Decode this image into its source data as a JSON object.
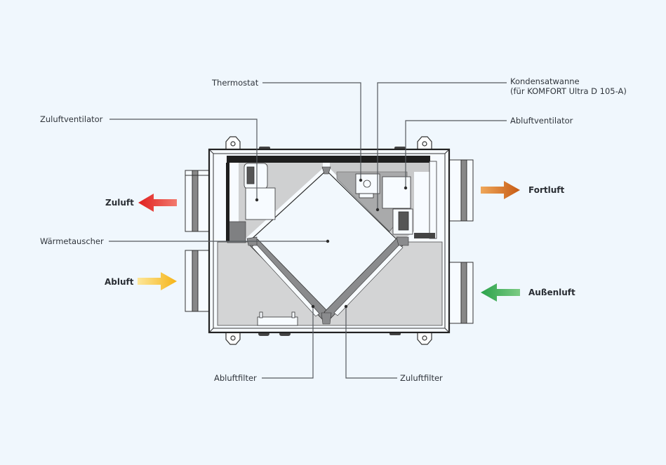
{
  "diagram": {
    "title": "",
    "labels": {
      "thermostat": "Thermostat",
      "kondensatwanne": "Kondensatwanne\n(für KOMFORT Ultra D 105-A)",
      "zuluftventilator": "Zuluftventilator",
      "abluftventilator": "Abluftventilator",
      "waermetauscher": "Wärmetauscher",
      "abluftfilter": "Abluftfilter",
      "zuluftfilter": "Zuluftfilter"
    },
    "airflows": {
      "zuluft": {
        "label": "Zuluft",
        "direction": "left",
        "color_start": "#e01f1f",
        "color_end": "#f27a6e"
      },
      "abluft": {
        "label": "Abluft",
        "direction": "right",
        "color_start": "#fde79a",
        "color_end": "#f5b316"
      },
      "fortluft": {
        "label": "Fortluft",
        "direction": "right",
        "color_start": "#efa75a",
        "color_end": "#c65a13"
      },
      "aussenluft": {
        "label": "Außenluft",
        "direction": "left",
        "color_start": "#2aa24a",
        "color_end": "#7ccb84"
      }
    },
    "colors": {
      "background": "#f0f7fd",
      "leader_line": "#55595e",
      "housing_fill": "#d3d4d5",
      "panel_dark": "#a8a9ab",
      "outline": "#2a2a2a"
    }
  }
}
